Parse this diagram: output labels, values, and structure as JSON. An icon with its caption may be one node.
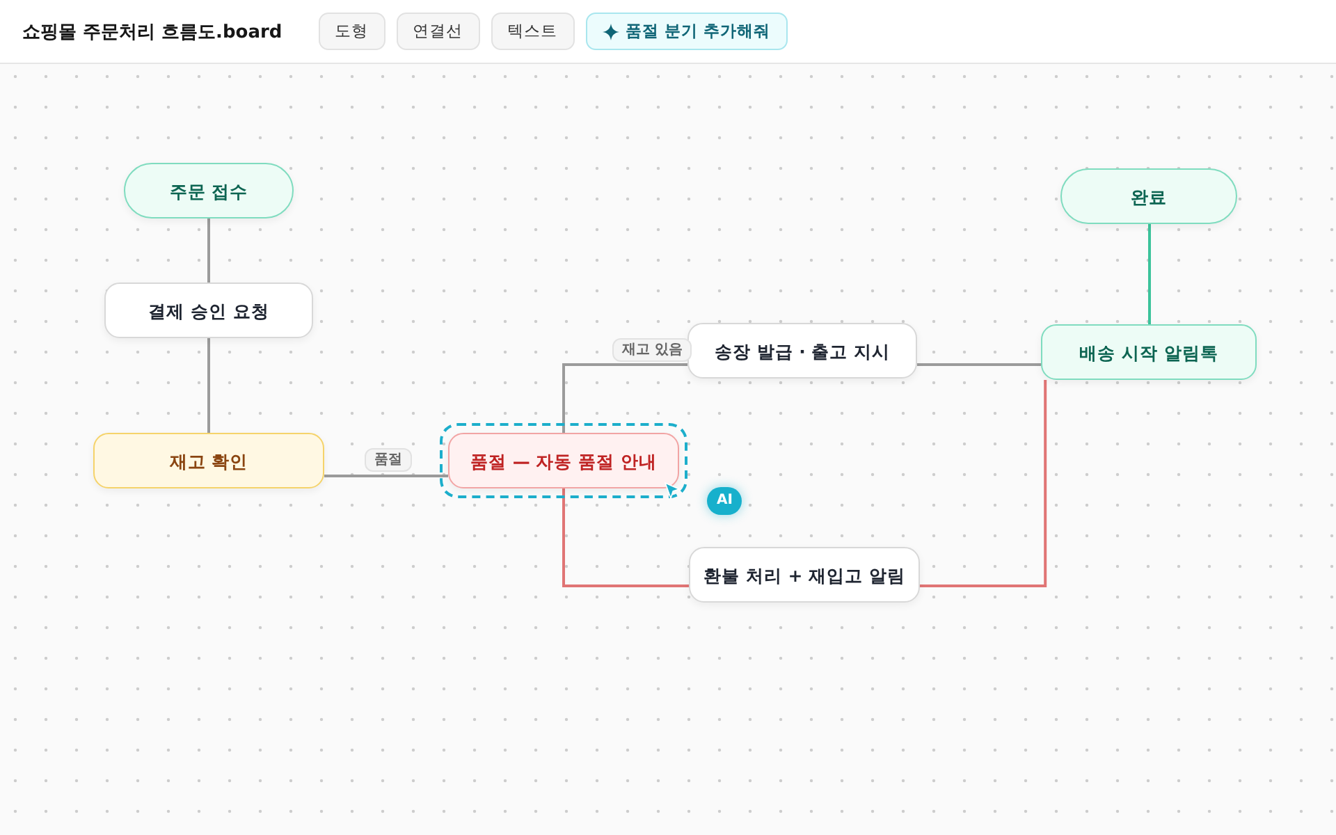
{
  "diagram": {
    "title": "쇼핑몰 주문처리 흐름도.board",
    "nodes": [
      {
        "text": [
          "주문 접수"
        ]
      },
      {
        "text": [
          "결제 승인 요청"
        ]
      },
      {
        "text": [
          "재고 확인"
        ]
      },
      {
        "text": [
          "품절 — 자동 품절 안내"
        ]
      },
      {
        "text": [
          "송장 발급 · 출고 지시"
        ]
      },
      {
        "text": [
          "배송 시작 알림톡"
        ]
      },
      {
        "text": [
          "완료"
        ]
      },
      {
        "text": [
          "환불 처리 + 재입고 알림"
        ]
      }
    ],
    "edges": [
      {
        "from": 0,
        "to": 1,
        "arrow": "none"
      },
      {
        "from": 1,
        "to": 2,
        "arrow": "none"
      },
      {
        "from": 2,
        "to": 3,
        "arrow": "none",
        "label": "품절"
      },
      {
        "from": 3,
        "to": 4,
        "arrow": "none",
        "label": "재고 있음"
      },
      {
        "from": 4,
        "to": 5,
        "arrow": "none"
      },
      {
        "from": 5,
        "to": 6,
        "arrow": "none",
        "color": "#3cc39b"
      },
      {
        "from": 3,
        "to": 7,
        "arrow": "none",
        "color": "#e07575"
      },
      {
        "from": 7,
        "to": 5,
        "arrow": "none",
        "color": "#e07575"
      }
    ],
    "labels": [
      "도형",
      "연결선",
      "텍스트",
      "품절 분기 추가해줘",
      "AI"
    ]
  }
}
